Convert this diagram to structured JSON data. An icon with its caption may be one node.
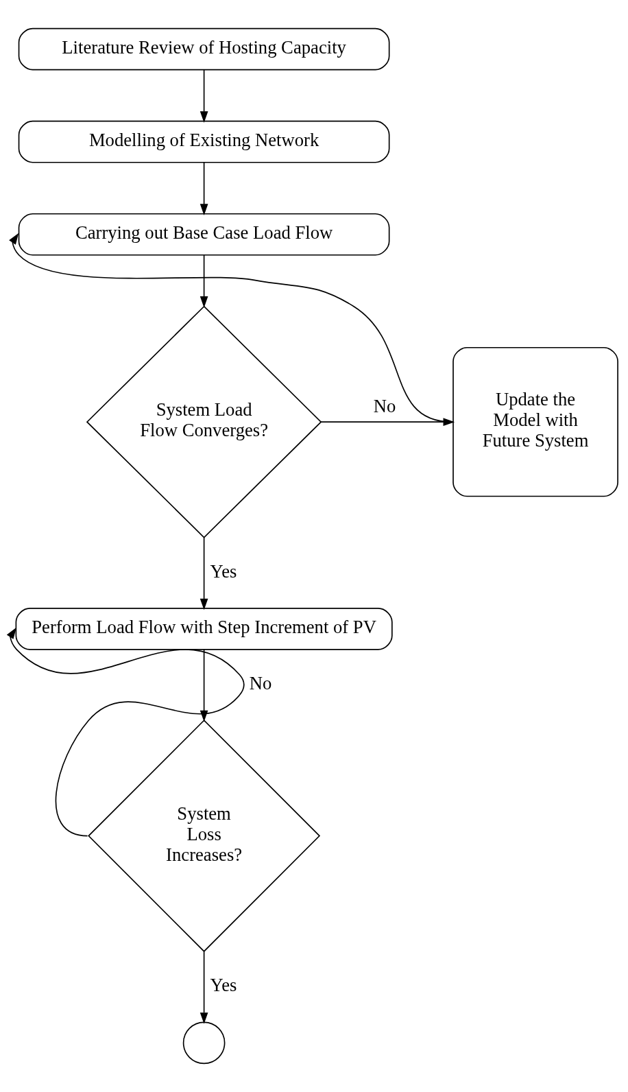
{
  "diagram": {
    "nodes": [
      {
        "text": [
          "Literature Review of Hosting Capacity"
        ]
      },
      {
        "text": [
          "Modelling of Existing Network"
        ]
      },
      {
        "text": [
          "Carrying out Base Case Load Flow"
        ]
      },
      {
        "text": [
          "System Load Flow Converges?"
        ]
      },
      {
        "text": [
          "Update the Model with Future System"
        ]
      },
      {
        "text": [
          "Perform Load Flow with Step Increment of PV"
        ]
      },
      {
        "text": [
          "System Loss Increases?"
        ]
      },
      {
        "text": [],
        "shape": "circle"
      }
    ],
    "edges": [
      {
        "from": 0,
        "to": 1,
        "arrow": "to"
      },
      {
        "from": 1,
        "to": 2,
        "arrow": "to"
      },
      {
        "from": 2,
        "to": 3,
        "arrow": "to"
      },
      {
        "from": 3,
        "to": 4,
        "arrow": "to",
        "label": "No"
      },
      {
        "from": 4,
        "to": 2,
        "arrow": "to"
      },
      {
        "from": 3,
        "to": 5,
        "arrow": "to",
        "label": "Yes"
      },
      {
        "from": 5,
        "to": 6,
        "arrow": "to"
      },
      {
        "from": 6,
        "to": 5,
        "arrow": "to",
        "label": "No"
      },
      {
        "from": 6,
        "to": 7,
        "arrow": "to",
        "label": "Yes"
      }
    ]
  }
}
